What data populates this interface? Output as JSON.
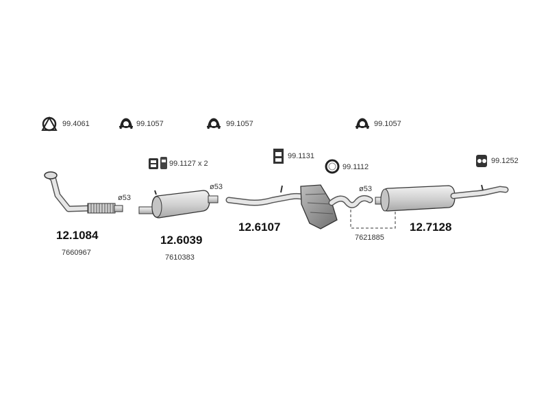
{
  "hardware": {
    "ring_clamp": "99.4061",
    "u_clamp_1": "99.1057",
    "u_clamp_2": "99.1057",
    "u_clamp_3": "99.1057",
    "rubber_mount_x2": "99.1127 x 2",
    "rubber_block": "99.1131",
    "gasket_ring": "99.1112",
    "hanger_rear": "99.1252"
  },
  "parts": {
    "front_pipe": {
      "number": "12.1084",
      "oe": "7660967",
      "diameter": "ø53"
    },
    "front_silencer": {
      "number": "12.6039",
      "oe": "7610383",
      "diameter": "ø53"
    },
    "middle_pipe": {
      "number": "12.6107"
    },
    "rear_silencer": {
      "number": "12.7128",
      "diameter": "ø53"
    },
    "connector": {
      "oe": "7621885"
    }
  }
}
